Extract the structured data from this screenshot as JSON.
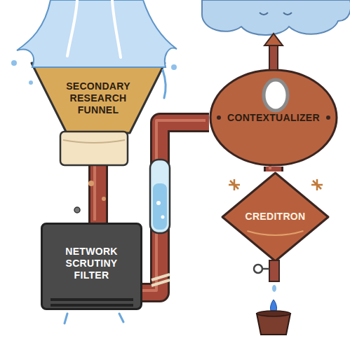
{
  "diagram": {
    "nodes": [
      {
        "text": [
          "SECONDARY RESEARCH FUNNEL"
        ]
      },
      {
        "text": [
          "NETWORK SCRUTINY FILTER"
        ]
      },
      {
        "text": [
          "CONTEXTUALIZER"
        ]
      },
      {
        "text": [
          "CREDITRON"
        ]
      }
    ],
    "edges": [
      {
        "from": 0,
        "to": 1,
        "arrow": "none"
      },
      {
        "from": 1,
        "to": 2,
        "arrow": "none"
      },
      {
        "from": 2,
        "to": 3,
        "arrow": "none"
      }
    ]
  }
}
